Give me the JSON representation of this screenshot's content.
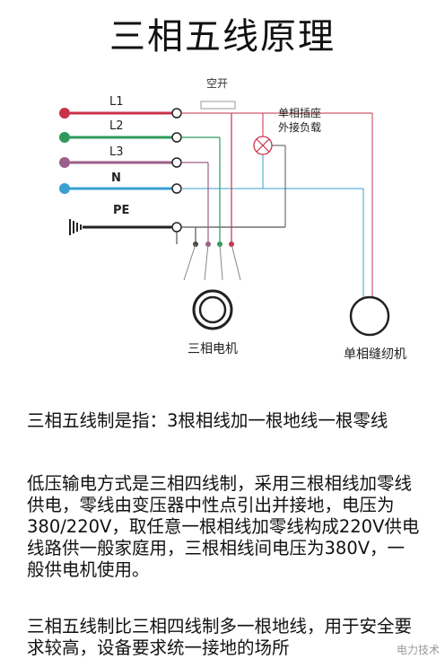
{
  "title": "三相五线原理",
  "diagram": {
    "breaker_label": "空开",
    "single_phase_label_line1": "单相插座",
    "single_phase_label_line2": "外接负载",
    "lines": [
      {
        "label": "L1",
        "color": "#c8324a"
      },
      {
        "label": "L2",
        "color": "#2f9a5c"
      },
      {
        "label": "L3",
        "color": "#9a5f88"
      },
      {
        "label": "N",
        "color": "#3aa0d2"
      },
      {
        "label": "PE",
        "color": "#222222"
      }
    ],
    "motor_label": "三相电机",
    "sewing_label": "单相缝纫机"
  },
  "text": {
    "p1": "三相五线制是指：3根相线加一根地线一根零线",
    "p2": "低压输电方式是三相四线制，采用三根相线加零线供电，零线由变压器中性点引出并接地，电压为380/220V，取任意一根相线加零线构成220V供电线路供一般家庭用，三根相线间电压为380V，一般供电机使用。",
    "p3": "三相五线制比三相四线制多一根地线，用于安全要求较高，设备要求统一接地的场所"
  },
  "watermark": "电力技术"
}
